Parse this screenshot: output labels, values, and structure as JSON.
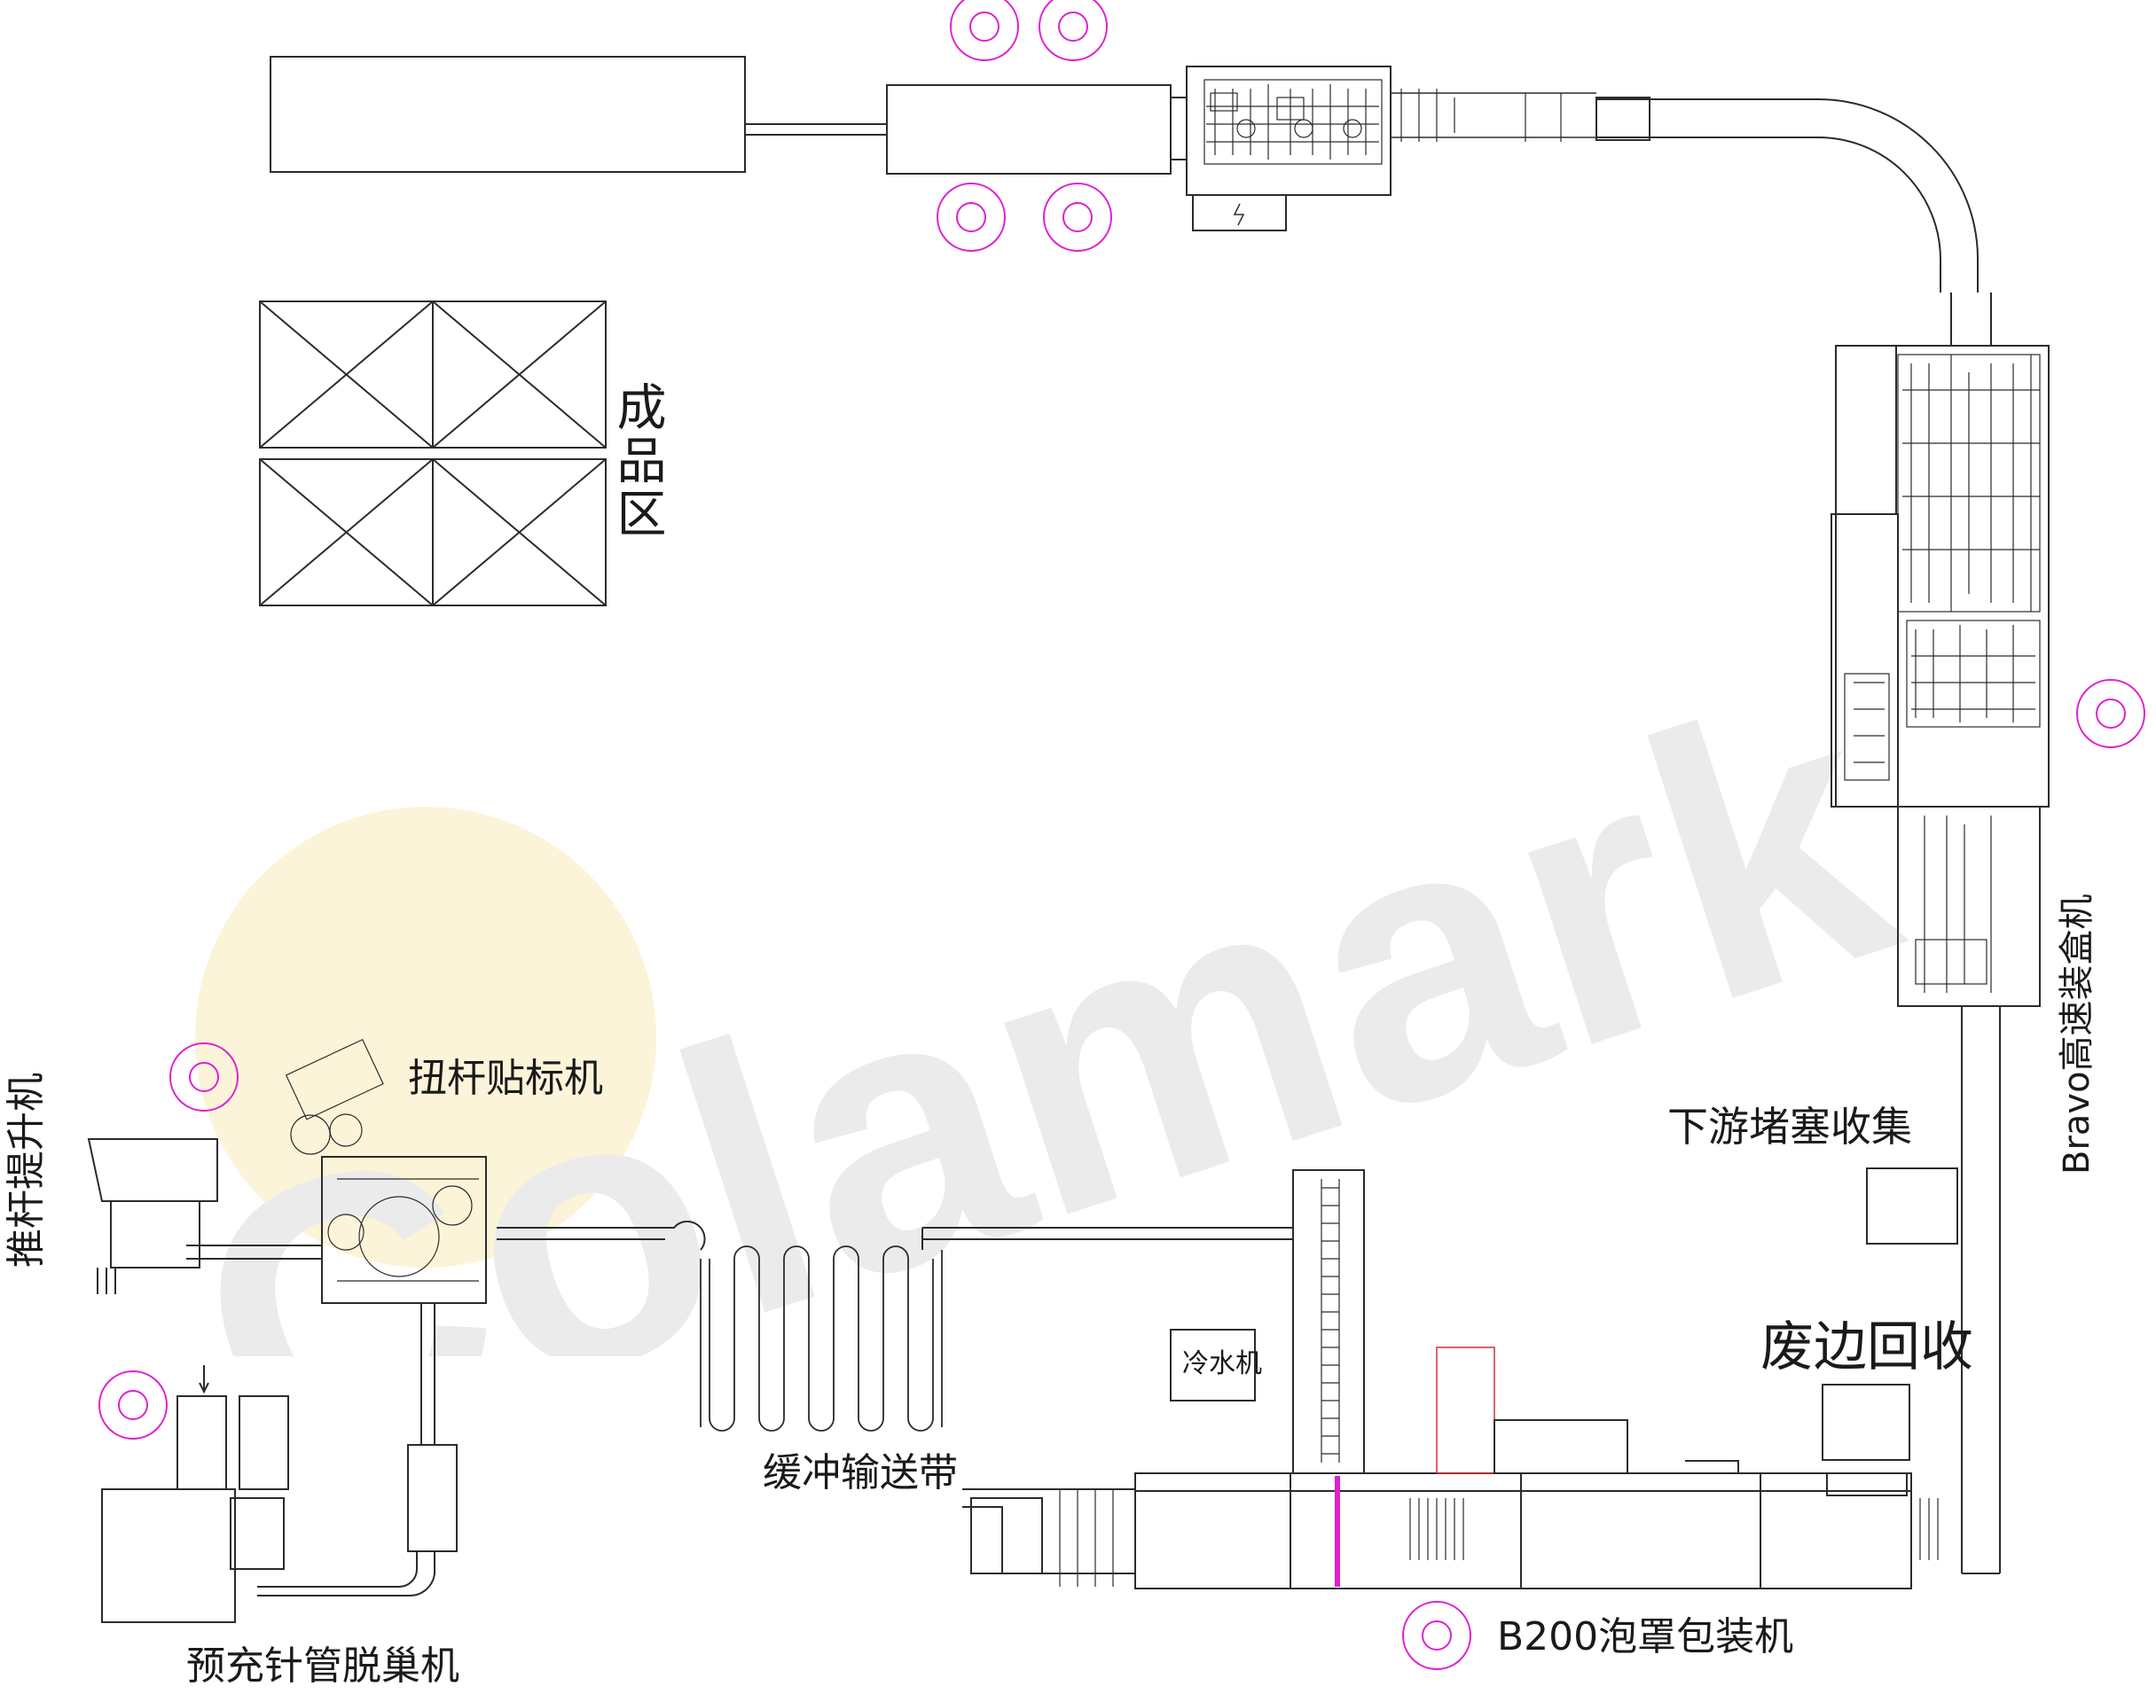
{
  "watermark": "Colamark",
  "labels": {
    "finished_area": "成品区",
    "bravo_cartoner": "Bravo高速装盒机",
    "downstream_jam": "下游堵塞收集",
    "waste_recycle": "废边回收",
    "b200_blister": "B200泡罩包装机",
    "chiller": "冷水机",
    "buffer_conveyor": "缓冲输送带",
    "labeler": "扭杆贴标机",
    "rod_inserter": "推杆提升机",
    "denester": "预充针管脱巢机"
  },
  "colors": {
    "line": "#2b2b2b",
    "operator": "#e020d0",
    "watermark": "#ebebeb",
    "logo_circle": "#f7e7b0",
    "highlight": "#d03030"
  }
}
